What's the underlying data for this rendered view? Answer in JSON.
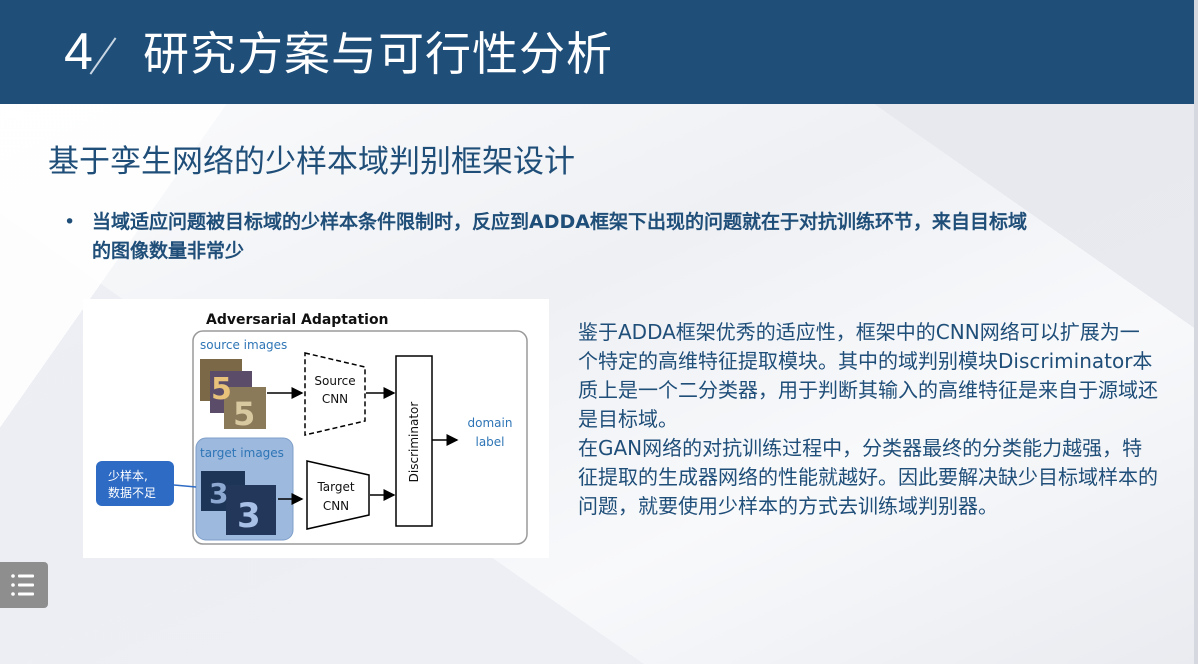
{
  "header": {
    "number": "4",
    "title": "研究方案与可行性分析"
  },
  "subtitle": "基于孪生网络的少样本域判别框架设计",
  "bullet": {
    "symbol": "•",
    "text": "当域适应问题被目标域的少样本条件限制时，反应到ADDA框架下出现的问题就在于对抗训练环节，来自目标域的图像数量非常少"
  },
  "figure": {
    "title": "Adversarial Adaptation",
    "source_label": "source images",
    "target_label": "target images",
    "source_cnn_line1": "Source",
    "source_cnn_line2": "CNN",
    "target_cnn_line1": "Target",
    "target_cnn_line2": "CNN",
    "discriminator": "Discriminator",
    "domain_line1": "domain",
    "domain_line2": "label",
    "note_line1": "少样本,",
    "note_line2": "数据不足",
    "source_glyph": "5",
    "target_glyph": "3",
    "colors": {
      "source_tile": "#6f5a3c",
      "target_tile": "#1d3557",
      "target_bg": "#9db9de",
      "note_bg": "#2e6bc4"
    }
  },
  "paragraphs": [
    "鉴于ADDA框架优秀的适应性，框架中的CNN网络可以扩展为一个特定的高维特征提取模块。其中的域判别模块Discriminator本质上是一个二分类器，用于判断其输入的高维特征是来自于源域还是目标域。",
    "在GAN网络的对抗训练过程中，分类器最终的分类能力越强，特征提取的生成器网络的性能就越好。因此要解决缺少目标域样本的问题，就要使用少样本的方式去训练域判别器。"
  ],
  "menu_icon": "list-icon"
}
